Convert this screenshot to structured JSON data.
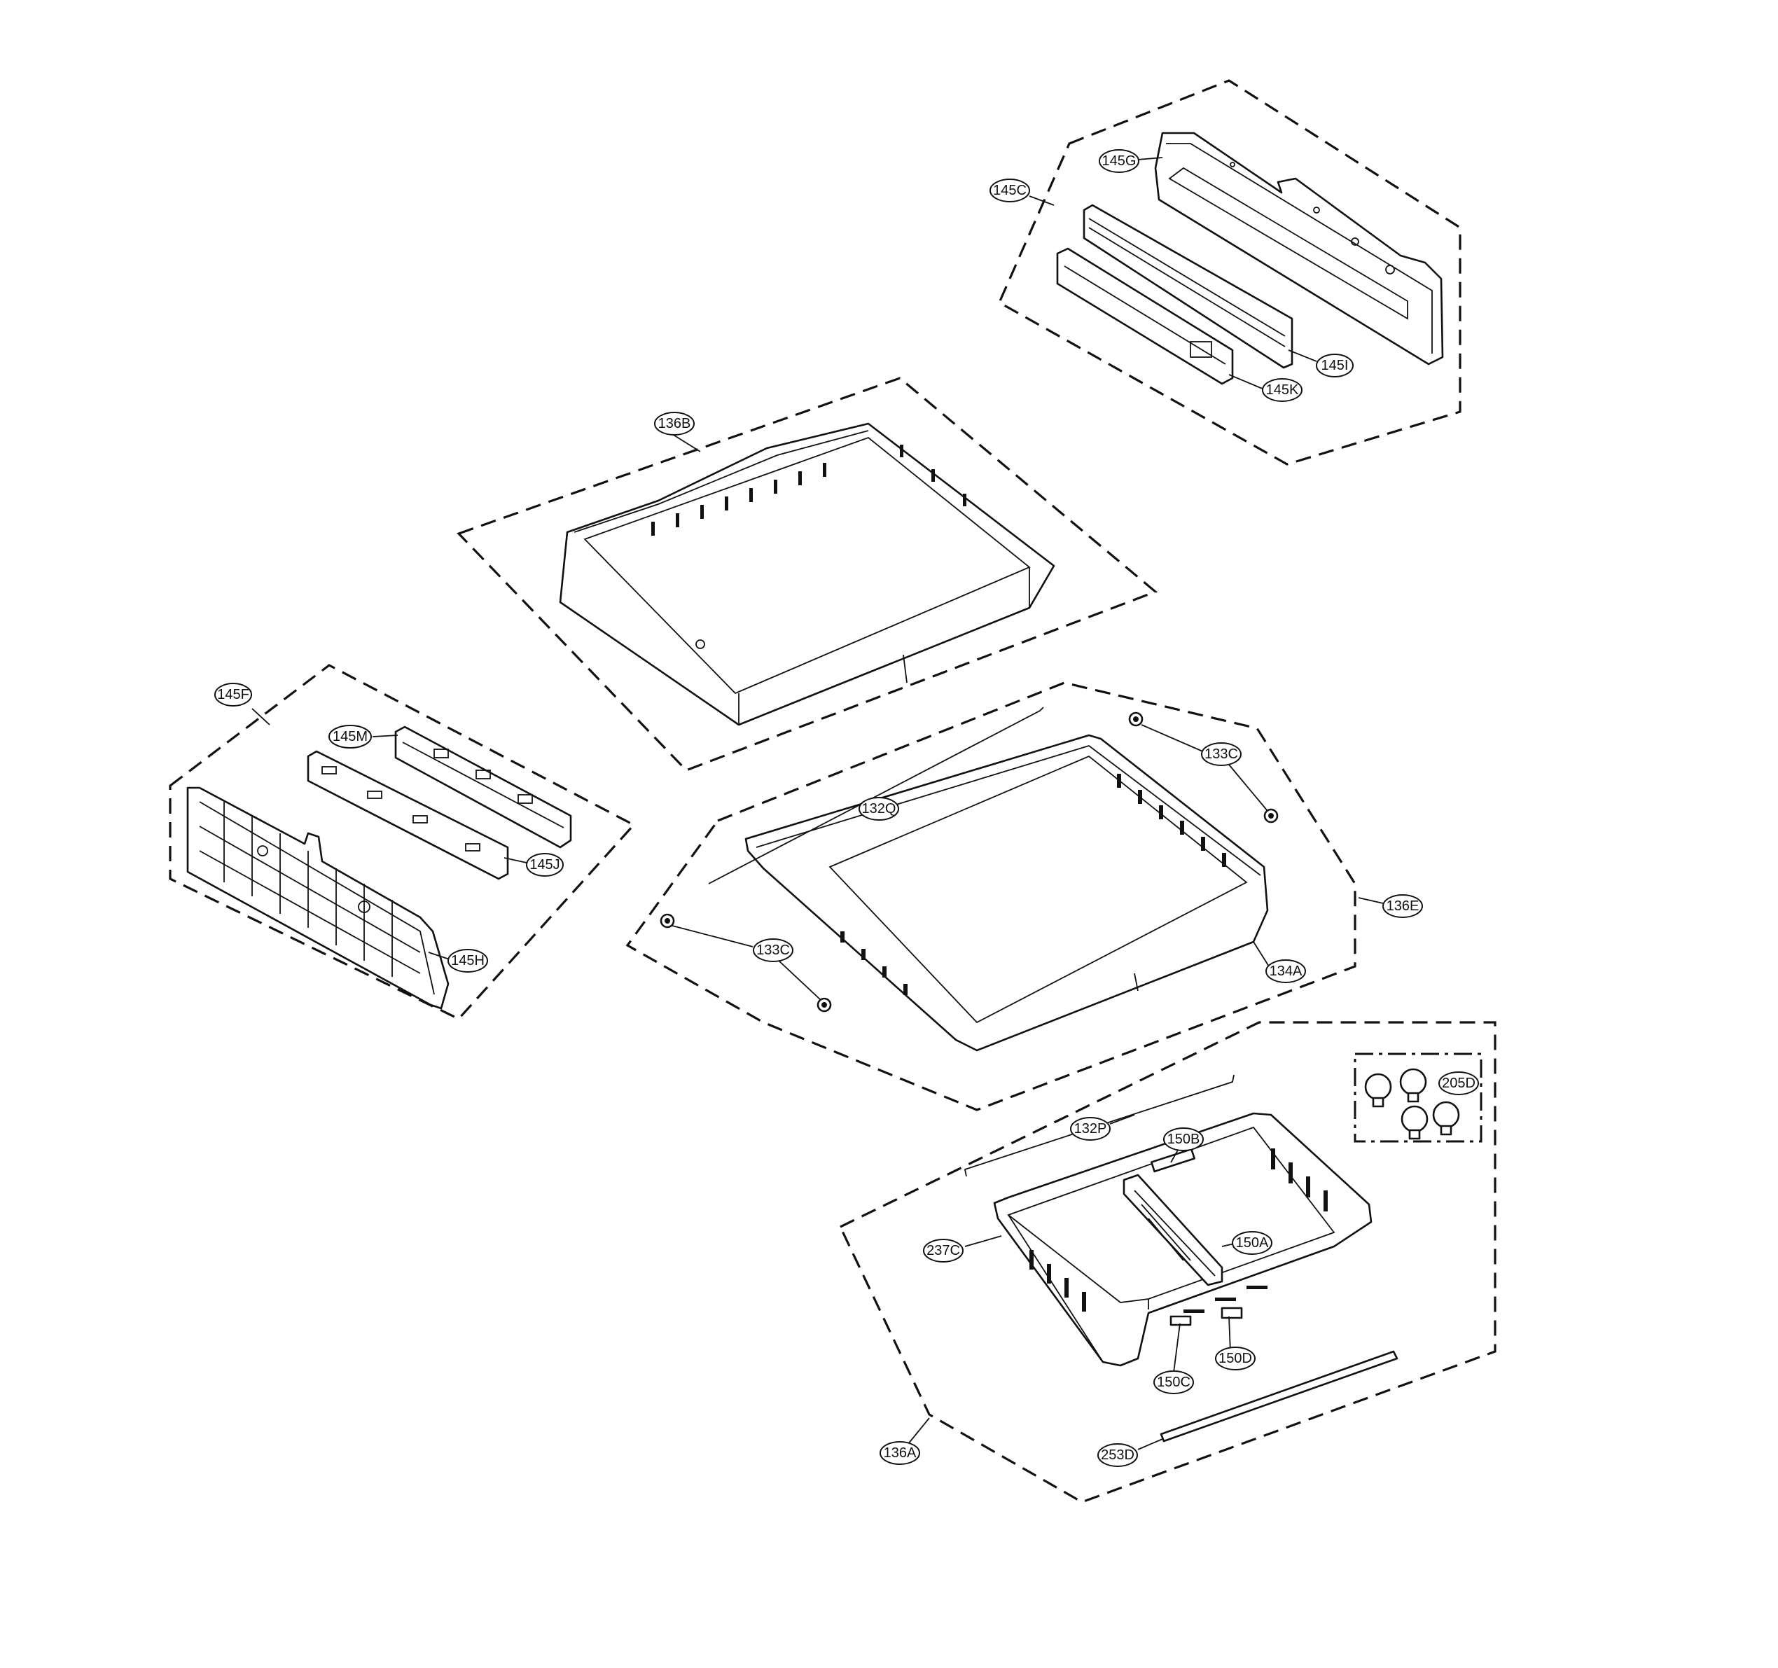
{
  "callouts": {
    "c145G": "145G",
    "c145C": "145C",
    "c145I": "145I",
    "c145K": "145K",
    "c136B": "136B",
    "c145F": "145F",
    "c145M": "145M",
    "c145J": "145J",
    "c145H": "145H",
    "c133C_top": "133C",
    "c132Q": "132Q",
    "c133C_bottom": "133C",
    "c136E": "136E",
    "c134A": "134A",
    "c205D": "205D",
    "c132P": "132P",
    "c150B": "150B",
    "c237C": "237C",
    "c150A": "150A",
    "c150D": "150D",
    "c150C": "150C",
    "c253D": "253D",
    "c136A": "136A"
  }
}
